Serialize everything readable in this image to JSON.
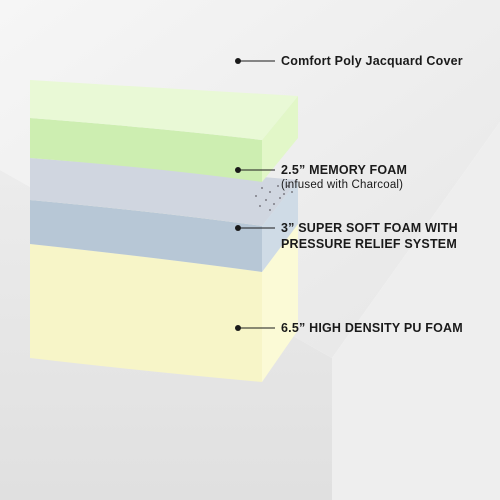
{
  "colors": {
    "cover": "#efefef",
    "cover_shadow": "#dcdcdc",
    "memory_foam": "#cdeeb1",
    "memory_foam_side": "#e2f7c8",
    "charcoal_top": "#d6d6df",
    "soft_foam": "#b9c9d8",
    "soft_foam_side": "#cfdbe6",
    "hd_foam": "#f7f5c8",
    "hd_foam_side": "#fbfad8",
    "text": "#1a1a1a"
  },
  "annotations": [
    {
      "id": "cover",
      "label": "Comfort Poly Jacquard Cover",
      "sub": ""
    },
    {
      "id": "memory",
      "label": "2.5” MEMORY FOAM",
      "sub": "(infused with Charcoal)"
    },
    {
      "id": "soft",
      "label": "3” SUPER SOFT FOAM WITH",
      "label2": "PRESSURE RELIEF SYSTEM"
    },
    {
      "id": "hd",
      "label": "6.5” HIGH DENSITY PU FOAM"
    }
  ]
}
